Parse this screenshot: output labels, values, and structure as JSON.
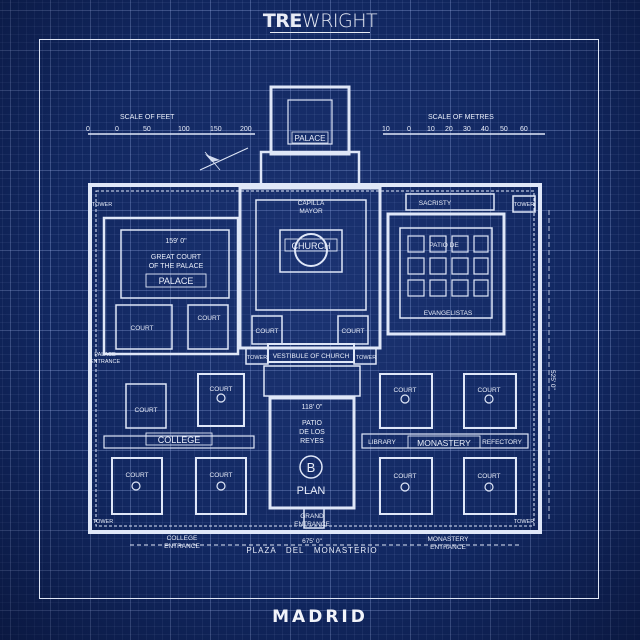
{
  "brand": {
    "name_bold": "TRE",
    "name_light": "WRIGHT"
  },
  "album_title": "MADRID",
  "plan": {
    "scale_feet": {
      "title": "SCALE OF FEET",
      "ticks": [
        "0",
        "0",
        "50",
        "100",
        "150",
        "200"
      ]
    },
    "scale_metres": {
      "title": "SCALE OF METRES",
      "ticks": [
        "10",
        "0",
        "10",
        "20",
        "30",
        "40",
        "50",
        "60"
      ]
    },
    "labels": {
      "palace_top": "PALACE",
      "capilla": "CAPILLA",
      "mayor": "MAYOR",
      "church": "CHURCH",
      "sacristy": "SACRISTY",
      "tower_ne": "TOWER",
      "tower_nw": "TOWER",
      "dim_159": "159' 0\"",
      "great_court_1": "GREAT COURT",
      "great_court_2": "OF THE PALACE",
      "palace": "PALACE",
      "patio_evang_1": "PATIO DE",
      "patio_evang_2": "EVANGELISTAS",
      "court_1": "COURT",
      "court_2": "COURT",
      "court_3": "COURT",
      "court_4": "COURT",
      "palace_entrance_1": "PALACE",
      "palace_entrance_2": "ENTRANCE",
      "tower_w": "TOWER",
      "vestibule": "VESTIBULE OF CHURCH",
      "tower_e": "TOWER",
      "dim_525": "525' 0\"",
      "court_5": "COURT",
      "dim_118": "118' 0\"",
      "court_6": "COURT",
      "court_7": "COURT",
      "court_8": "COURT",
      "patio_reyes_1": "PATIO",
      "patio_reyes_2": "DE LOS",
      "patio_reyes_3": "REYES",
      "college": "COLLEGE",
      "library": "LIBRARY",
      "monastery": "MONASTERY",
      "refectory": "REFECTORY",
      "court_9": "COURT",
      "court_10": "COURT",
      "court_11": "COURT",
      "court_12": "COURT",
      "plan_letter": "B",
      "plan_word": "PLAN",
      "tower_sw": "TOWER",
      "tower_se": "TOWER",
      "grand_entrance_1": "GRAND",
      "grand_entrance_2": "ENTRANCE",
      "dim_675": "675' 0\"",
      "college_entrance_1": "COLLEGE",
      "college_entrance_2": "ENTRANCE",
      "monastery_entrance_1": "MONASTERY",
      "monastery_entrance_2": "ENTRANCE",
      "plaza": "PLAZA   DEL   MONASTERIO"
    }
  }
}
